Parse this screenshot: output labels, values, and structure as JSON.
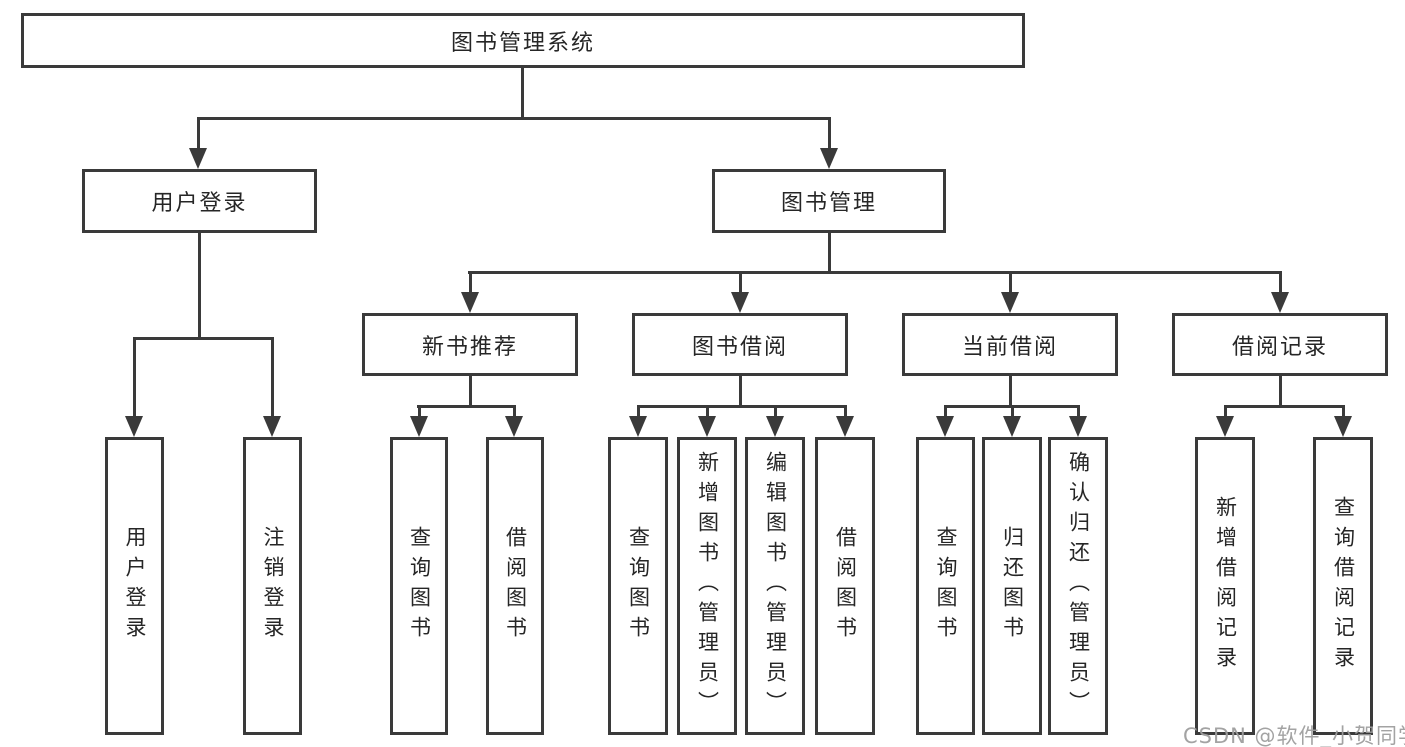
{
  "title": "图书管理系统",
  "watermark": "CSDN @软件_小贺同学",
  "colors": {
    "line": "#3a3a3a",
    "box_border": "#3a3a3a",
    "text": "#262626",
    "watermark": "#9e9e9e",
    "background": "#ffffff"
  },
  "tree": {
    "root": {
      "label": "图书管理系统"
    },
    "branches": [
      {
        "label": "用户登录",
        "children": [
          {
            "label": "用户登录"
          },
          {
            "label": "注销登录"
          }
        ]
      },
      {
        "label": "图书管理",
        "groups": [
          {
            "label": "新书推荐",
            "children": [
              {
                "label": "查询图书"
              },
              {
                "label": "借阅图书"
              }
            ]
          },
          {
            "label": "图书借阅",
            "children": [
              {
                "label": "查询图书"
              },
              {
                "label": "新增图书（管理员）"
              },
              {
                "label": "编辑图书（管理员）"
              },
              {
                "label": "借阅图书"
              }
            ]
          },
          {
            "label": "当前借阅",
            "children": [
              {
                "label": "查询图书"
              },
              {
                "label": "归还图书"
              },
              {
                "label": "确认归还（管理员）"
              }
            ]
          },
          {
            "label": "借阅记录",
            "children": [
              {
                "label": "新增借阅记录"
              },
              {
                "label": "查询借阅记录"
              }
            ]
          }
        ]
      }
    ]
  }
}
